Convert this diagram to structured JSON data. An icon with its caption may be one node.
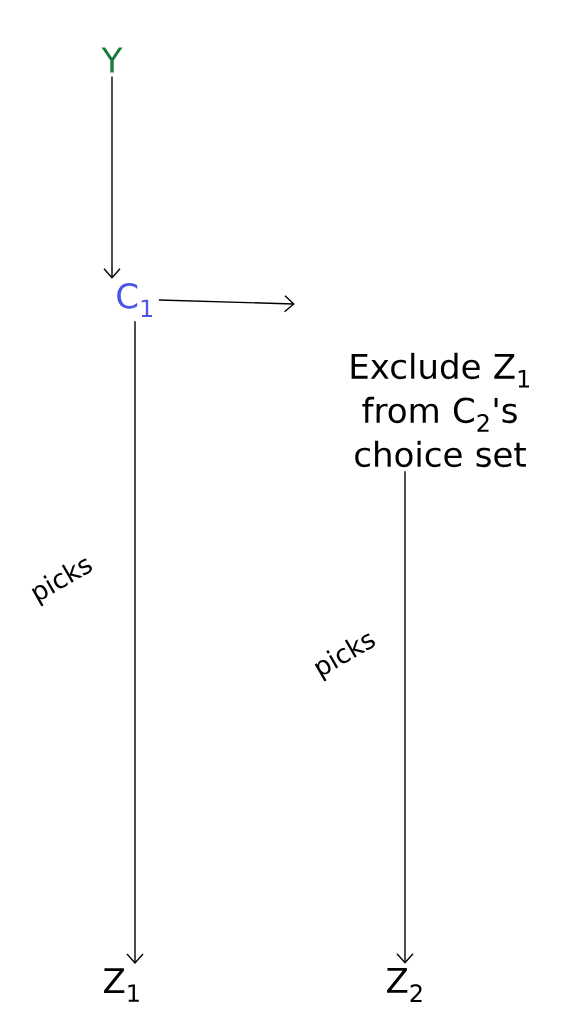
{
  "diagram": {
    "nodes": [
      {
        "text": [
          "Y"
        ]
      },
      {
        "text": [
          "C$_{1}$"
        ]
      },
      {
        "text": [
          "Exclude Z$_{1}$ from C$_{2}$'s choice set"
        ]
      },
      {
        "text": [
          "Z$_{1}$"
        ]
      },
      {
        "text": [
          "Z$_{2}$"
        ]
      }
    ],
    "edges": [
      {
        "from": 0,
        "to": 1,
        "arrow": "to"
      },
      {
        "from": 1,
        "to": 2,
        "arrow": "to"
      },
      {
        "from": 1,
        "to": 3,
        "arrow": "to",
        "label": "picks"
      },
      {
        "from": 2,
        "to": 4,
        "arrow": "to",
        "label": "picks"
      }
    ]
  }
}
